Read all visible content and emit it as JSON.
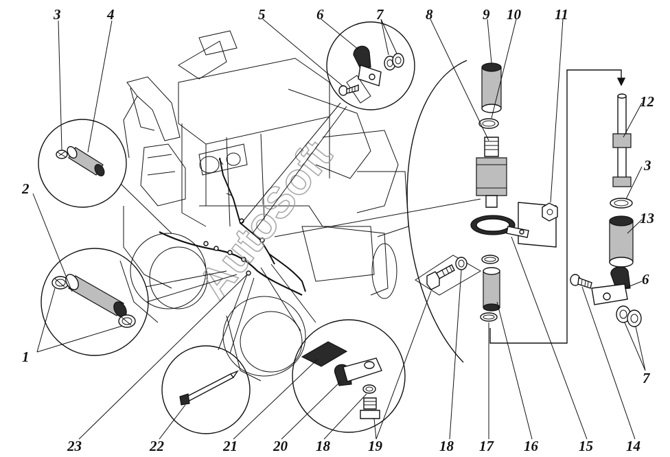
{
  "watermark": "AutoSoft",
  "callouts": [
    {
      "id": "c3a",
      "text": "3"
    },
    {
      "id": "c4",
      "text": "4"
    },
    {
      "id": "c5",
      "text": "5"
    },
    {
      "id": "c6a",
      "text": "6"
    },
    {
      "id": "c7a",
      "text": "7"
    },
    {
      "id": "c8",
      "text": "8"
    },
    {
      "id": "c9",
      "text": "9"
    },
    {
      "id": "c10",
      "text": "10"
    },
    {
      "id": "c11",
      "text": "11"
    },
    {
      "id": "c12",
      "text": "12"
    },
    {
      "id": "c3b",
      "text": "3"
    },
    {
      "id": "c13",
      "text": "13"
    },
    {
      "id": "c6b",
      "text": "6"
    },
    {
      "id": "c7b",
      "text": "7"
    },
    {
      "id": "c2",
      "text": "2"
    },
    {
      "id": "c1",
      "text": "1"
    },
    {
      "id": "c23",
      "text": "23"
    },
    {
      "id": "c22",
      "text": "22"
    },
    {
      "id": "c21",
      "text": "21"
    },
    {
      "id": "c20",
      "text": "20"
    },
    {
      "id": "c18a",
      "text": "18"
    },
    {
      "id": "c19",
      "text": "19"
    },
    {
      "id": "c18b",
      "text": "18"
    },
    {
      "id": "c17",
      "text": "17"
    },
    {
      "id": "c16",
      "text": "16"
    },
    {
      "id": "c15",
      "text": "15"
    },
    {
      "id": "c14",
      "text": "14"
    }
  ]
}
